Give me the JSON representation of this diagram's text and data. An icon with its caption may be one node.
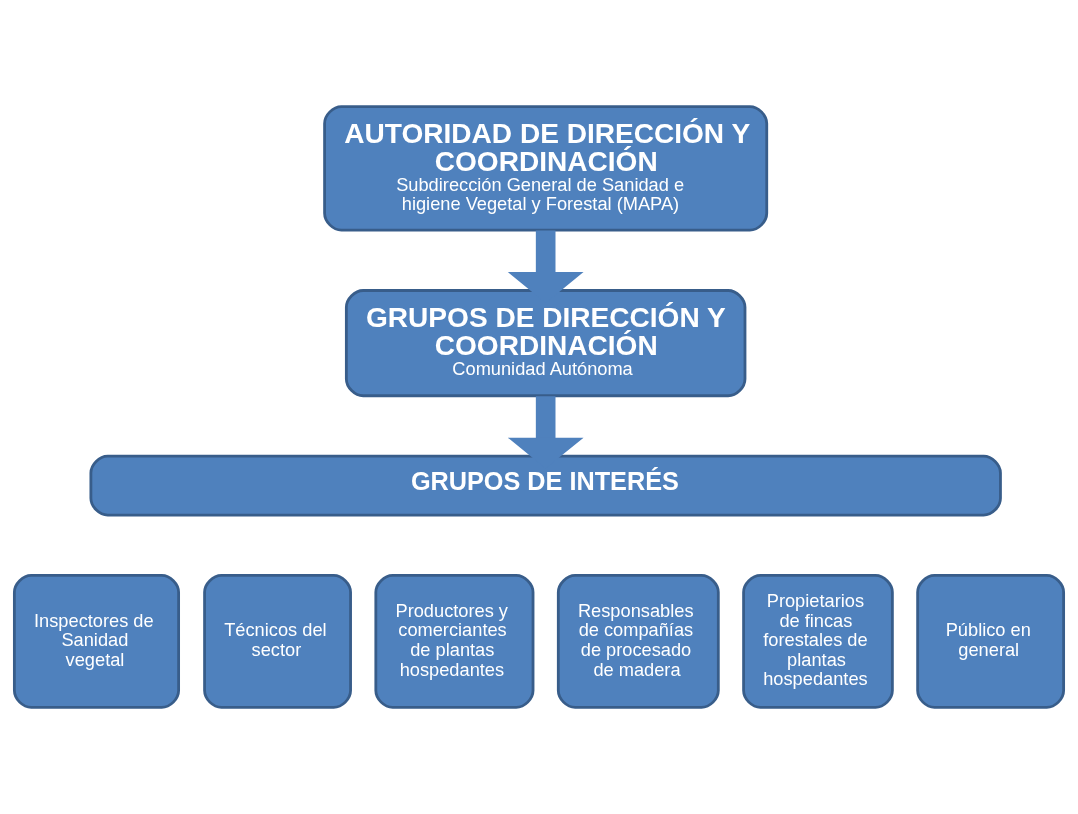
{
  "diagram": {
    "nodes": [
      {
        "text": [
          "AUTORIDAD DE DIRECCIÓN Y COORDINACIÓN",
          "Subdirección General de Sanidad e higiene Vegetal y Forestal (MAPA)"
        ]
      },
      {
        "text": [
          "GRUPOS DE DIRECCIÓN Y COORDINACIÓN",
          "Comunidad Autónoma"
        ]
      },
      {
        "text": [
          "GRUPOS DE INTERÉS"
        ]
      },
      {
        "text": [
          "Inspectores de Sanidad vegetal"
        ]
      },
      {
        "text": [
          "Técnicos del sector"
        ]
      },
      {
        "text": [
          "Productores y comerciantes de plantas hospedantes"
        ]
      },
      {
        "text": [
          "Responsables de compañías de procesado de madera"
        ]
      },
      {
        "text": [
          "Propietarios de fincas forestales de plantas hospedantes"
        ]
      },
      {
        "text": [
          "Público en general"
        ]
      }
    ],
    "edges": [
      {
        "from": 0,
        "to": 1,
        "arrow": "to"
      },
      {
        "from": 1,
        "to": 2,
        "arrow": "to"
      }
    ]
  }
}
